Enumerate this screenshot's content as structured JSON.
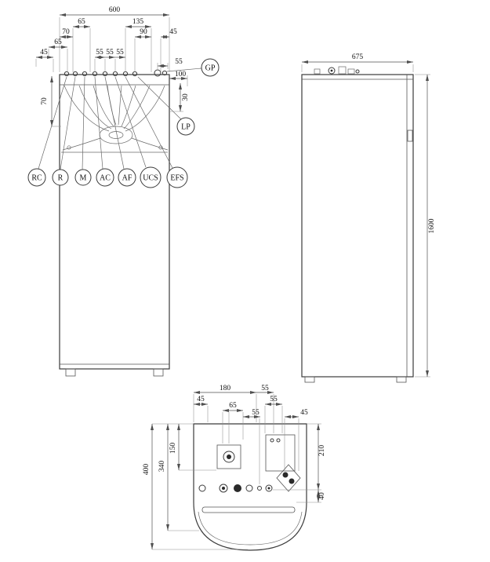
{
  "figure": {
    "type": "technical-dimension-drawing",
    "views": [
      "front",
      "side",
      "plan"
    ]
  },
  "front": {
    "dims": {
      "total_width": "600",
      "row2_left": "65",
      "row2_right": "135",
      "row3_left": "70",
      "row3_right": "90",
      "row3_far_right": "45",
      "row4_left": "65",
      "row5_left": "45",
      "spacing_a": "55",
      "spacing_b": "55",
      "spacing_c": "55",
      "gp_offset": "55",
      "depth_100": "100",
      "depth_30": "30",
      "side_70": "70"
    },
    "ports": [
      "RC",
      "R",
      "M",
      "AC",
      "AF",
      "UCS",
      "EFS"
    ],
    "gp": "GP",
    "lp": "LP"
  },
  "side": {
    "dims": {
      "width": "675",
      "height": "1600"
    }
  },
  "plan": {
    "dims": {
      "d180": "180",
      "d55_a": "55",
      "d45_a": "45",
      "d55_b": "55",
      "d65": "65",
      "d55_c": "55",
      "d45_b": "45",
      "d400": "400",
      "d340": "340",
      "d150": "150",
      "d210": "210",
      "d40": "40"
    }
  }
}
